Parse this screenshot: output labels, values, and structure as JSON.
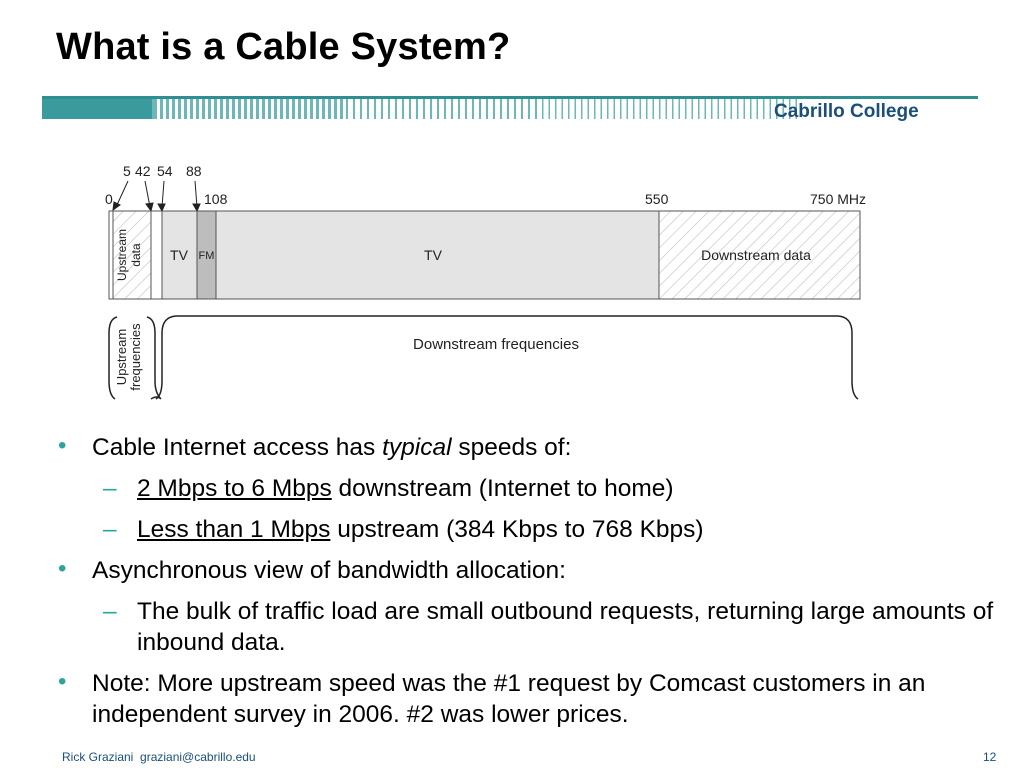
{
  "slide": {
    "title": "What is a Cable System?",
    "college": "Cabrillo College",
    "footer_author": "Rick Graziani",
    "footer_email": "graziani@cabrillo.edu",
    "page_number": "12"
  },
  "diagram": {
    "top_labels": [
      "5",
      "42",
      "54",
      "88"
    ],
    "scale_labels": [
      "0",
      "108",
      "550",
      "750 MHz"
    ],
    "bands": [
      "Upstream data",
      "TV",
      "FM",
      "TV",
      "Downstream data"
    ],
    "bracket_labels": [
      "Upstream frequencies",
      "Downstream frequencies"
    ],
    "upstream_label_lines": [
      "Upstream",
      "data"
    ],
    "upstream_freq_lines": [
      "Upstream",
      "frequencies"
    ]
  },
  "bullets": {
    "b1_pre": "Cable Internet access has ",
    "b1_em": "typical",
    "b1_post": " speeds of:",
    "s1_u": "2 Mbps to 6 Mbps",
    "s1_rest": " downstream (Internet to home)",
    "s2_u": "Less than 1 Mbps",
    "s2_rest": " upstream (384 Kbps to 768 Kbps)",
    "b2": "Asynchronous view of bandwidth allocation:",
    "s3": "The bulk of traffic load are small outbound requests, returning large amounts of inbound data.",
    "b3": "Note: More upstream speed was the #1 request by Comcast customers in an independent survey in 2006. #2 was lower prices.",
    "bullet_glyph": "•",
    "dash_glyph": "–"
  }
}
